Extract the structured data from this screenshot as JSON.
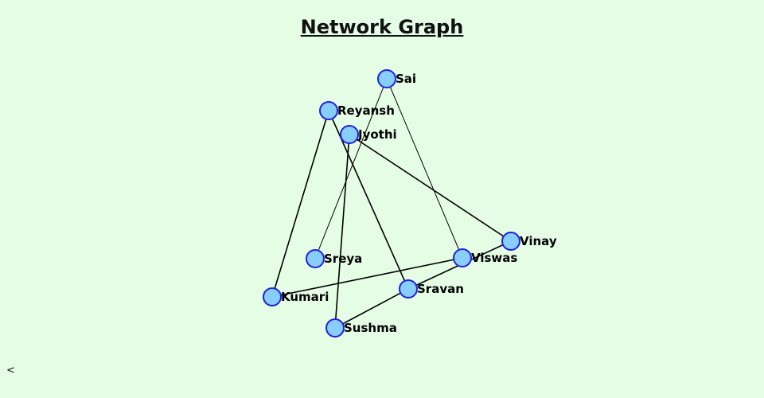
{
  "title": "Network Graph",
  "corner_text": "<",
  "colors": {
    "background": "#e5fde5",
    "node_fill": "#87cefa",
    "node_stroke": "#1f1fe0",
    "edge": "#000000"
  },
  "nodes": [
    {
      "id": "Sai",
      "label": "Sai"
    },
    {
      "id": "Reyansh",
      "label": "Reyansh"
    },
    {
      "id": "Jyothi",
      "label": "Jyothi"
    },
    {
      "id": "Vinay",
      "label": "Vinay"
    },
    {
      "id": "Viswas",
      "label": "Viswas"
    },
    {
      "id": "Sreya",
      "label": "Sreya"
    },
    {
      "id": "Sravan",
      "label": "Sravan"
    },
    {
      "id": "Kumari",
      "label": "Kumari"
    },
    {
      "id": "Sushma",
      "label": "Sushma"
    }
  ],
  "edges": [
    {
      "source": "Sai",
      "target": "Viswas"
    },
    {
      "source": "Sai",
      "target": "Sreya"
    },
    {
      "source": "Reyansh",
      "target": "Kumari"
    },
    {
      "source": "Reyansh",
      "target": "Sravan"
    },
    {
      "source": "Jyothi",
      "target": "Vinay"
    },
    {
      "source": "Jyothi",
      "target": "Sushma"
    },
    {
      "source": "Vinay",
      "target": "Sravan"
    },
    {
      "source": "Viswas",
      "target": "Kumari"
    },
    {
      "source": "Sravan",
      "target": "Sushma"
    }
  ]
}
